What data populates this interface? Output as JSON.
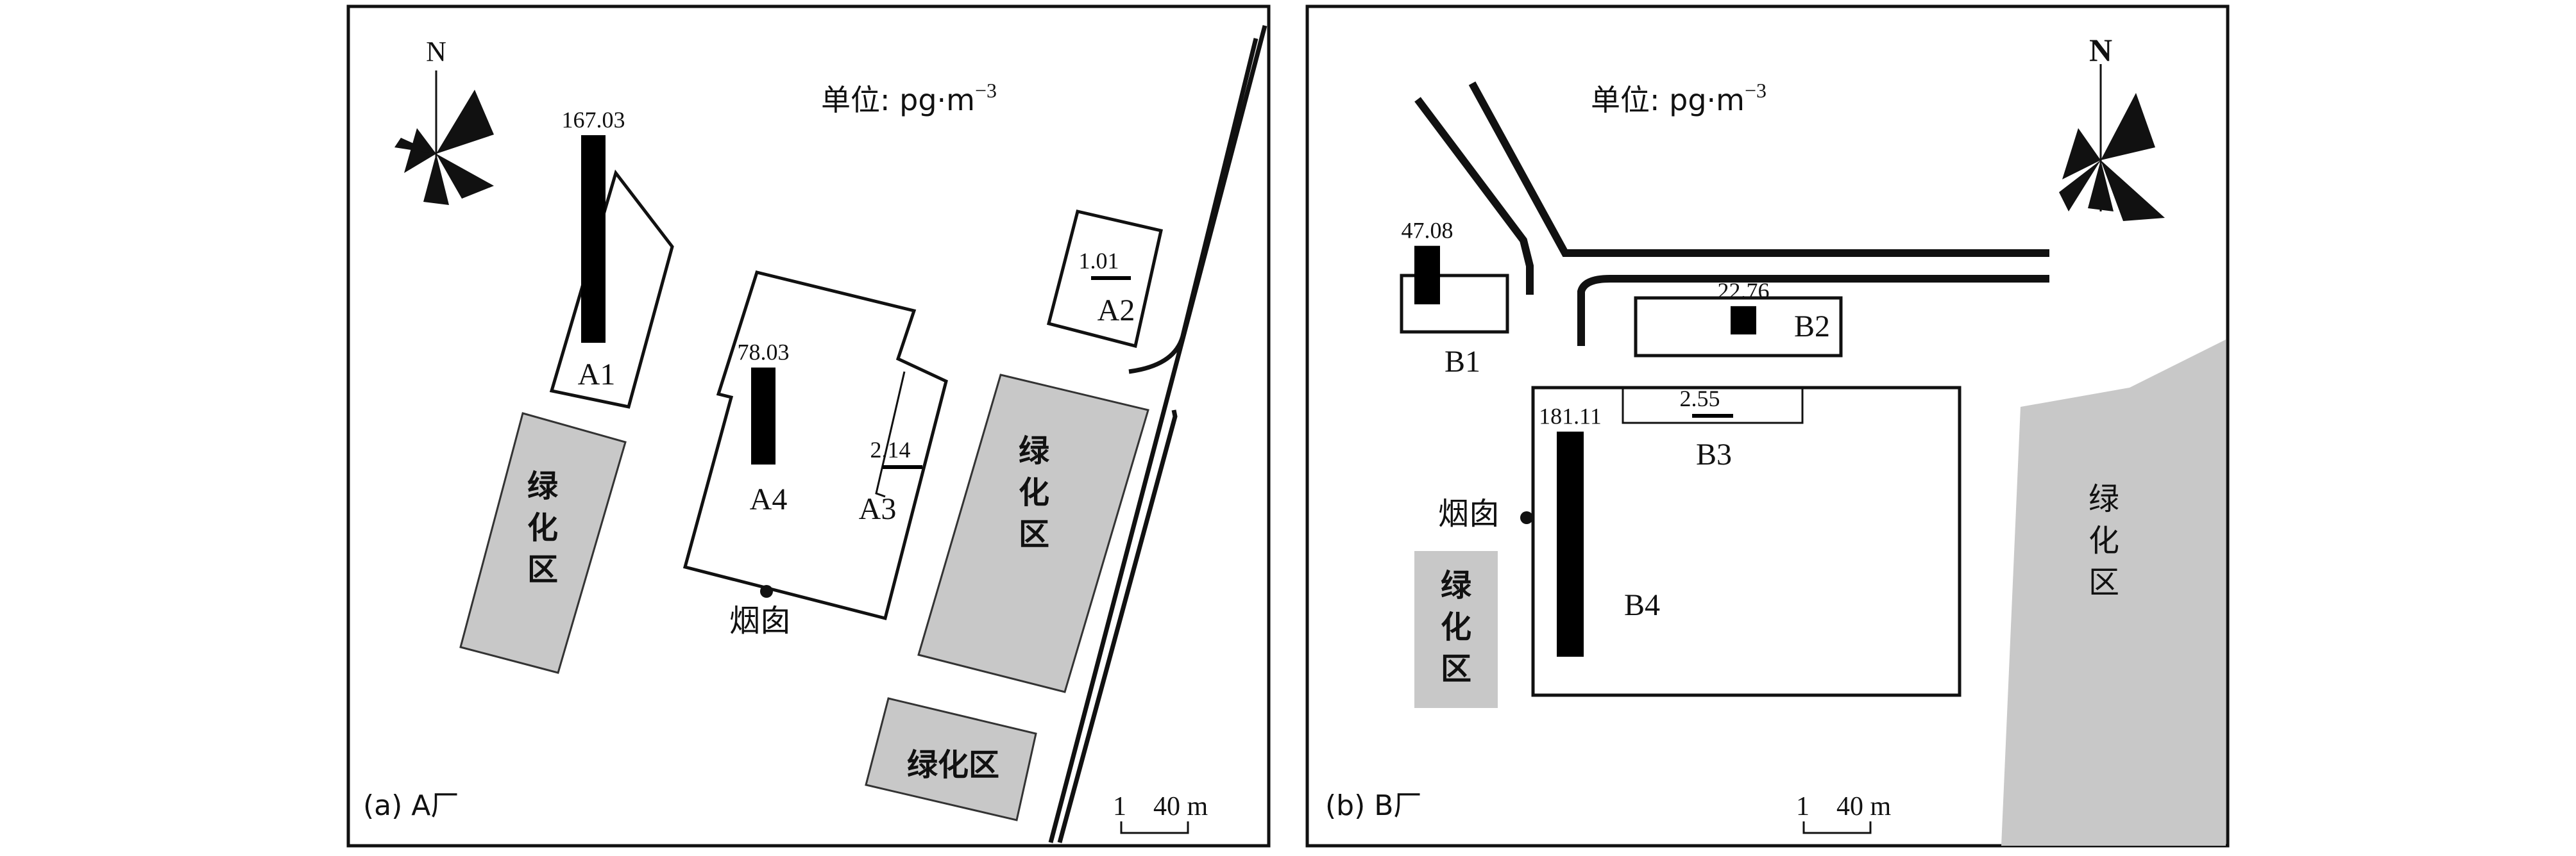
{
  "panel_a": {
    "caption": "(a) A厂",
    "unit": "单位: pg·m",
    "unit_exp": "−3",
    "north": "N",
    "chimney": "烟囱",
    "green_areas": [
      "绿\n化\n区",
      "绿\n化\n区",
      "绿化区"
    ],
    "scale_label": "1    40 m",
    "sites": [
      {
        "id": "A1",
        "value": 167.03
      },
      {
        "id": "A2",
        "value": 1.01
      },
      {
        "id": "A3",
        "value": 2.14
      },
      {
        "id": "A4",
        "value": 78.03
      }
    ]
  },
  "panel_b": {
    "caption": "(b) B厂",
    "unit": "单位: pg·m",
    "unit_exp": "−3",
    "north": "N",
    "chimney": "烟囱",
    "green_areas": [
      "绿\n化\n区",
      "绿\n化\n区"
    ],
    "scale_label": "1    40 m",
    "sites": [
      {
        "id": "B1",
        "value": 47.08
      },
      {
        "id": "B2",
        "value": 22.76
      },
      {
        "id": "B3",
        "value": 2.55
      },
      {
        "id": "B4",
        "value": 181.11
      }
    ]
  },
  "colors": {
    "bar": "#000000",
    "green_area": "#c8c8c8",
    "outline": "#111111"
  }
}
